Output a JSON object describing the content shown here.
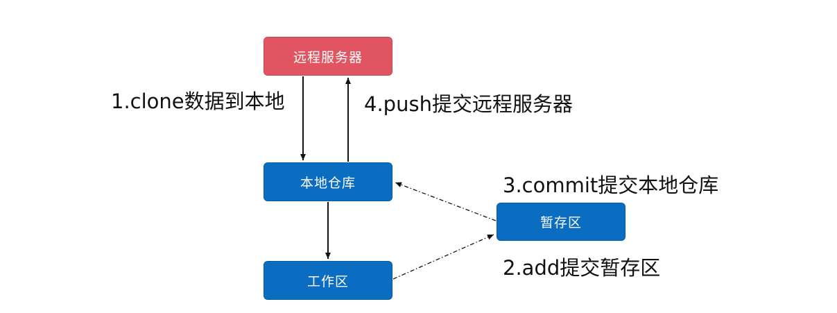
{
  "nodes": {
    "remote": "远程服务器",
    "local_repo": "本地仓库",
    "staging": "暂存区",
    "workspace": "工作区"
  },
  "edges": {
    "clone": "1.clone数据到本地",
    "add": "2.add提交暂存区",
    "commit": "3.commit提交本地仓库",
    "push": "4.push提交远程服务器"
  },
  "colors": {
    "remote": "#e05561",
    "local": "#0a6dc2",
    "arrow": "#111111"
  }
}
